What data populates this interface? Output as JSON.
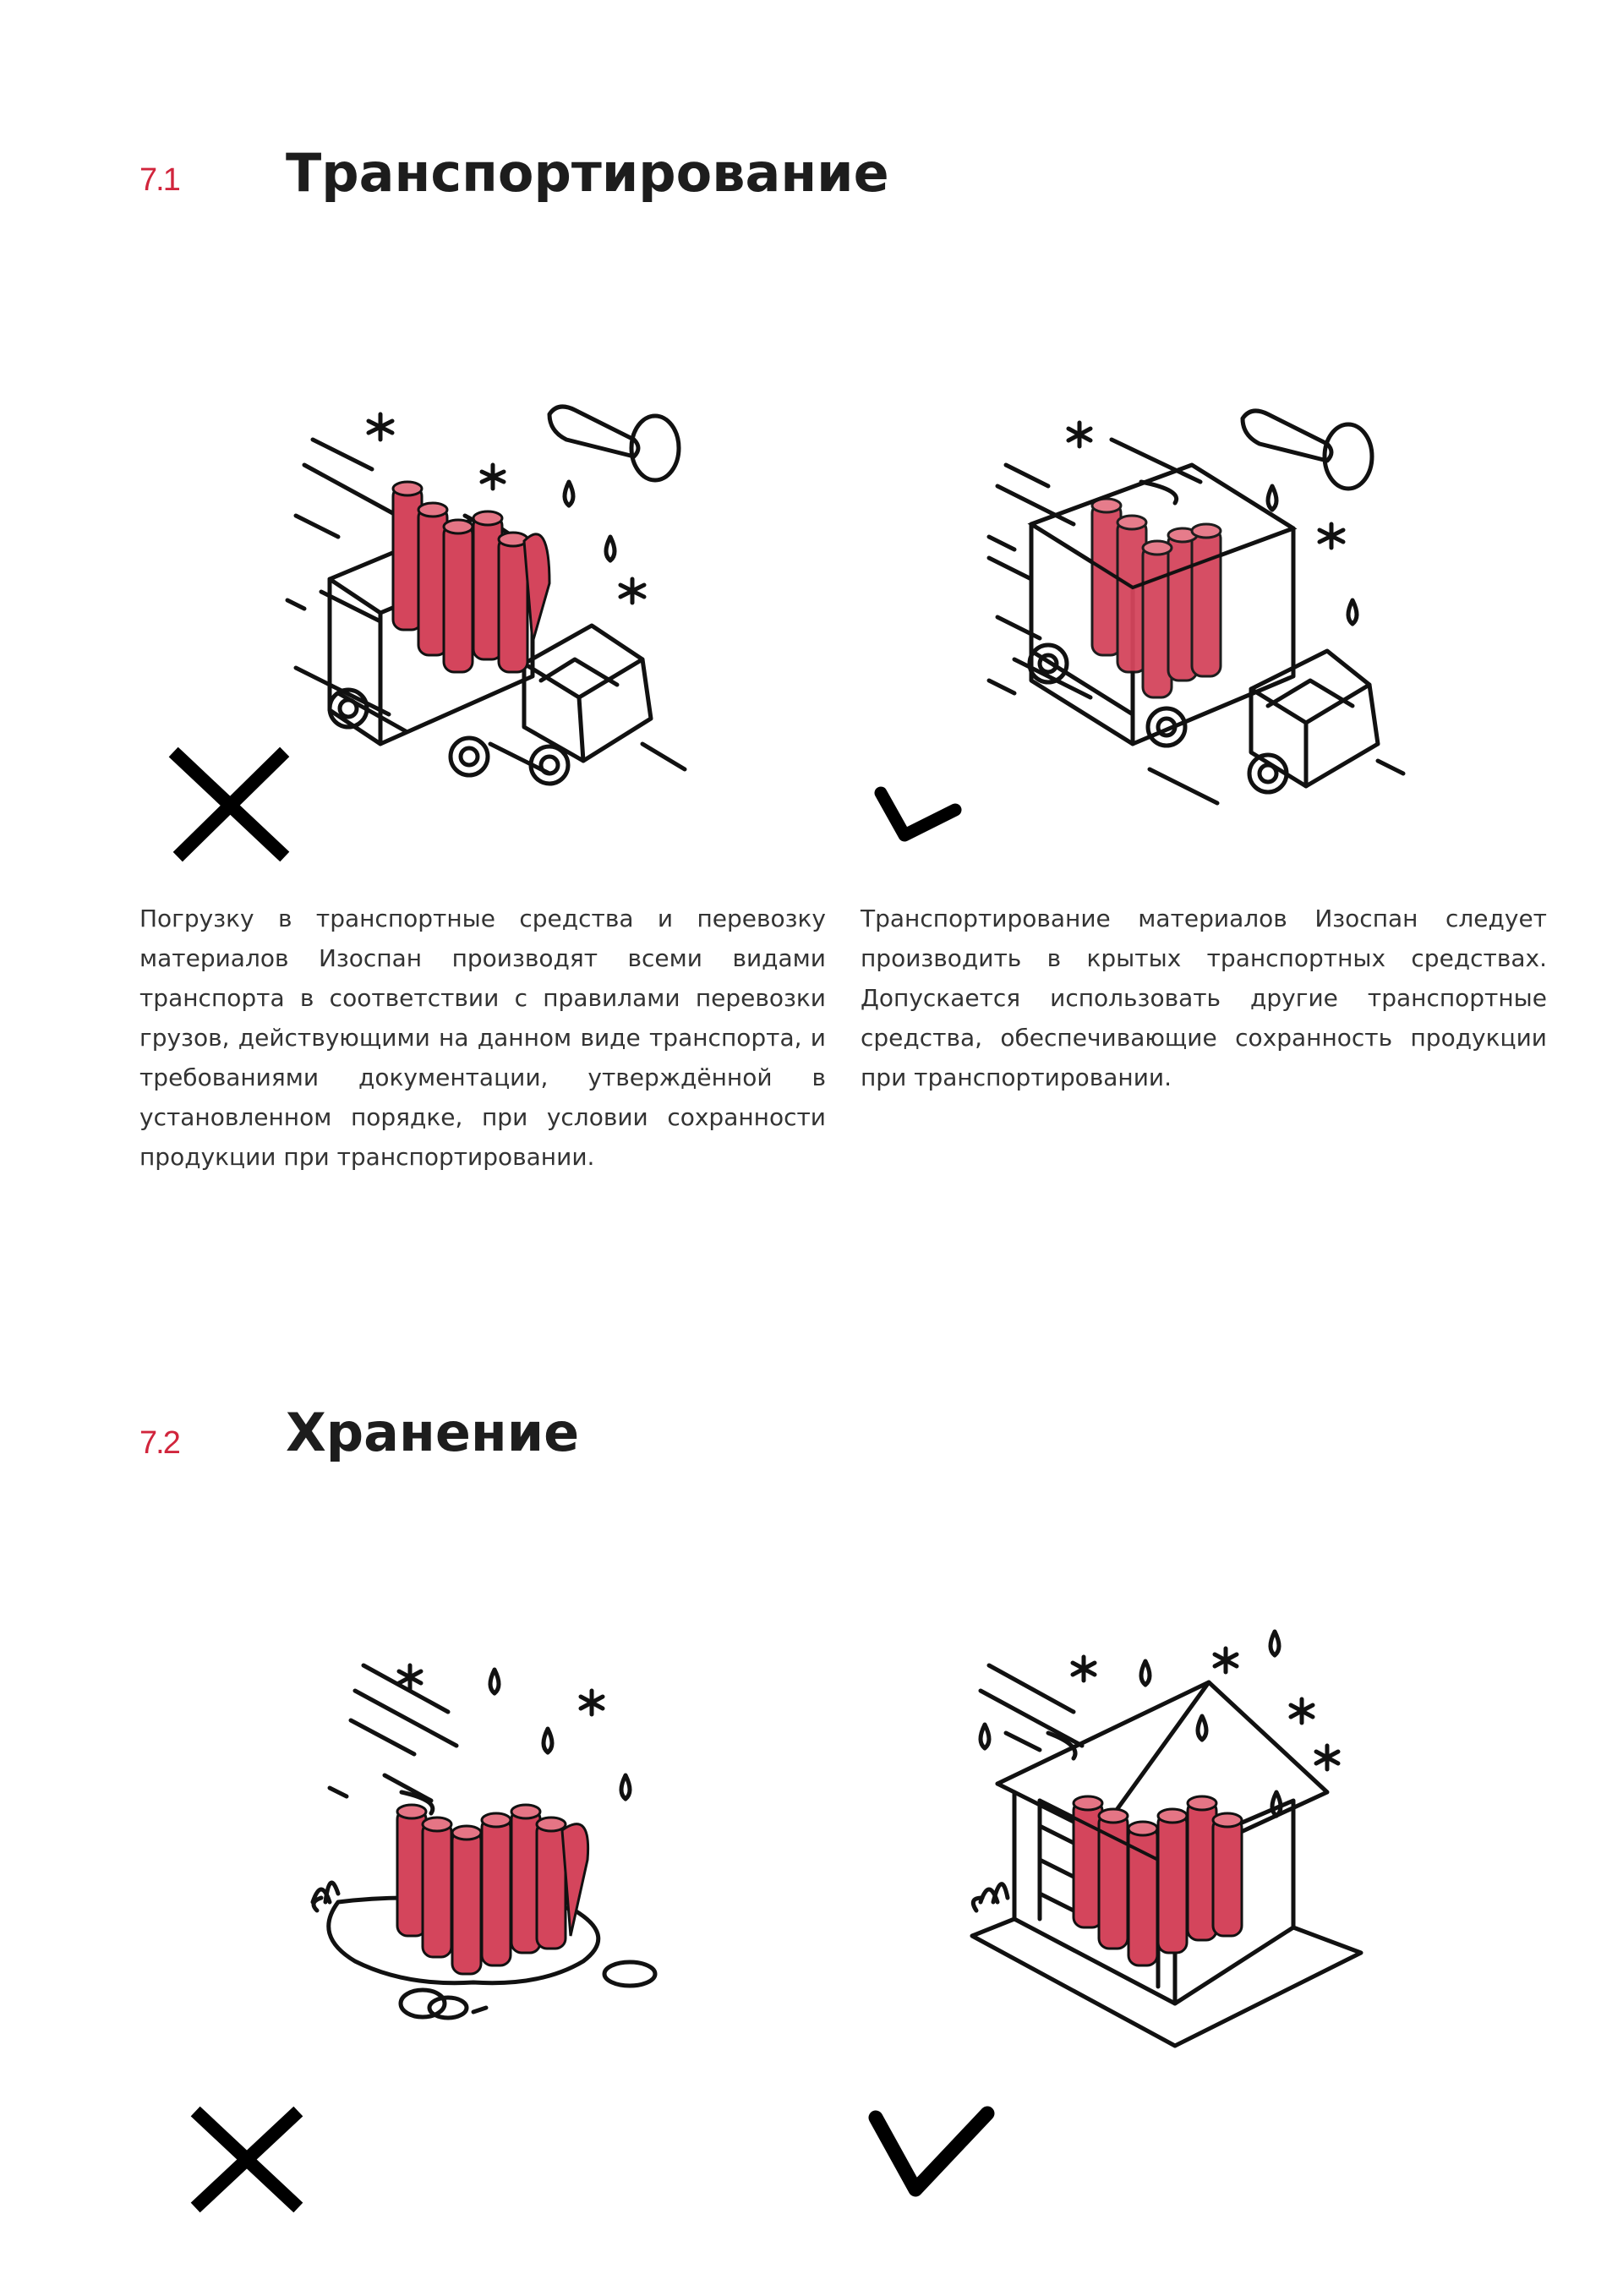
{
  "section1": {
    "number": "7.1",
    "title": "Транспортирование",
    "left_text": "Погрузку в транспортные средства и перевозку материалов Изоспан производят всеми видами транспорта в соответствии с правилами перевозки грузов, действующими на данном виде транспорта, и требованиями документации, утверждённой в установленном порядке, при условии сохранности продукции при транспортировании.",
    "right_text": "Транспортирование материалов Изоспан следует производить в крытых транспортных средствах. Допускается использовать другие транспортные средства, обеспечивающие сохранность продукции при транспортировании."
  },
  "section2": {
    "number": "7.2",
    "title": "Хранение"
  },
  "icons": {
    "wrong": "cross-icon",
    "right": "check-icon",
    "truck": "truck-icon",
    "house": "house-icon",
    "rolls": "rolls-icon"
  },
  "colors": {
    "accent": "#d1253c",
    "roll": "#d4455c",
    "ink": "#111111"
  }
}
